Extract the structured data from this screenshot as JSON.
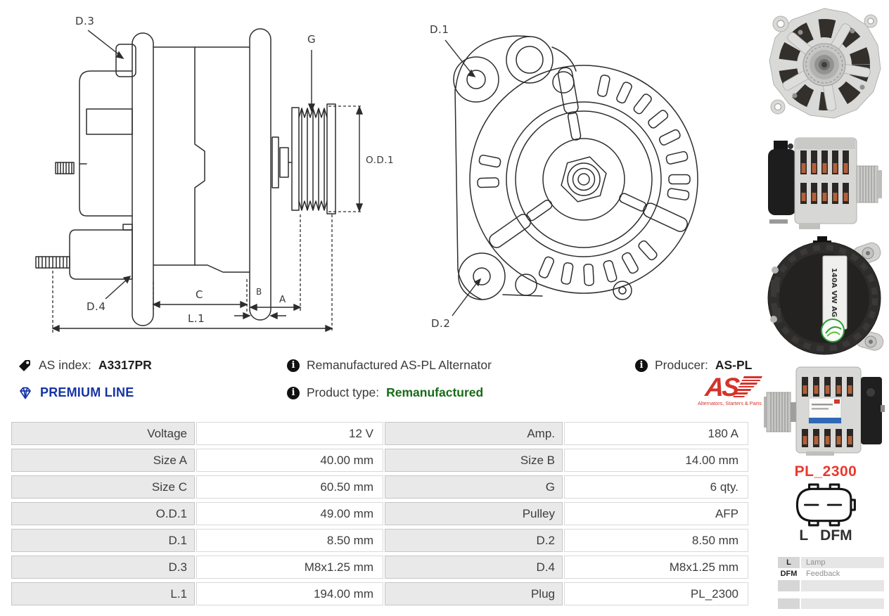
{
  "info": {
    "as_index_label": "AS index:",
    "as_index_value": "A3317PR",
    "premium_line": "PREMIUM LINE",
    "description": "Remanufactured AS-PL Alternator",
    "product_type_label": "Product type:",
    "product_type_value": "Remanufactured",
    "producer_label": "Producer:",
    "producer_value": "AS-PL"
  },
  "brand": {
    "logo_text": "AS",
    "tagline": "Alternators, Starters & Parts"
  },
  "icons": {
    "info_glyph": "i"
  },
  "diagrams": {
    "side_view": {
      "labels": {
        "d3": "D.3",
        "g": "G",
        "od1": "O.D.1",
        "d4": "D.4",
        "c": "C",
        "b": "B",
        "a": "A",
        "l1": "L.1"
      }
    },
    "front_view": {
      "labels": {
        "d1": "D.1",
        "d2": "D.2"
      }
    }
  },
  "photos": {
    "photo3_label": "140A VW AG"
  },
  "plug": {
    "title": "PL_2300",
    "pin1": "L",
    "pin2": "DFM",
    "legend": [
      {
        "key": "L",
        "desc": "Lamp"
      },
      {
        "key": "DFM",
        "desc": "Feedback"
      }
    ]
  },
  "spec_table": {
    "rows": [
      {
        "l1": "Voltage",
        "v1": "12 V",
        "l2": "Amp.",
        "v2": "180 A"
      },
      {
        "l1": "Size A",
        "v1": "40.00 mm",
        "l2": "Size B",
        "v2": "14.00 mm"
      },
      {
        "l1": "Size C",
        "v1": "60.50 mm",
        "l2": "G",
        "v2": "6 qty."
      },
      {
        "l1": "O.D.1",
        "v1": "49.00 mm",
        "l2": "Pulley",
        "v2": "AFP"
      },
      {
        "l1": "D.1",
        "v1": "8.50 mm",
        "l2": "D.2",
        "v2": "8.50 mm"
      },
      {
        "l1": "D.3",
        "v1": "M8x1.25 mm",
        "l2": "D.4",
        "v2": "M8x1.25 mm"
      },
      {
        "l1": "L.1",
        "v1": "194.00 mm",
        "l2": "Plug",
        "v2": "PL_2300"
      }
    ]
  },
  "colors": {
    "premium_blue": "#1634a6",
    "type_green": "#176b17",
    "plug_red": "#e8392f",
    "brand_red": "#d4332b"
  }
}
